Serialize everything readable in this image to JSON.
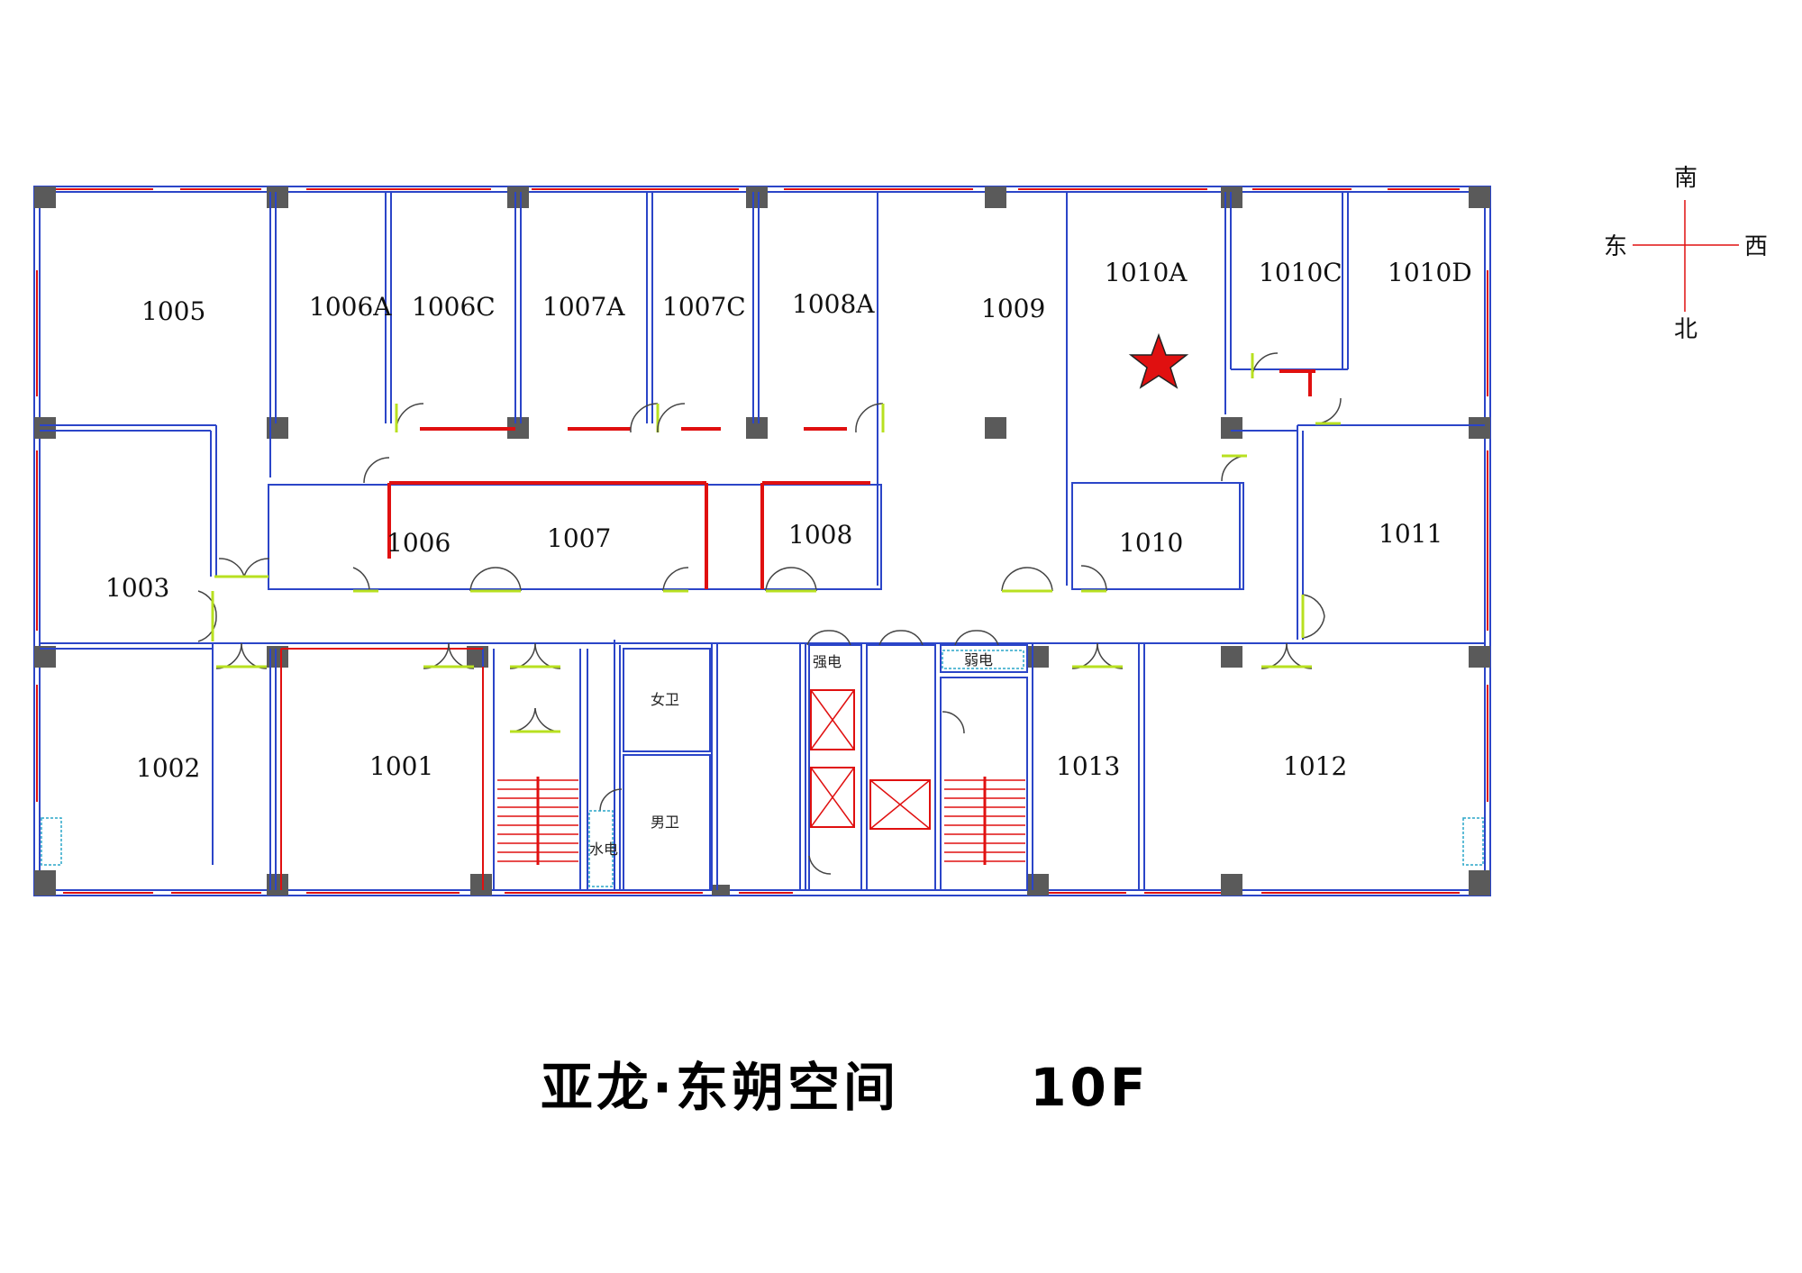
{
  "floorplan": {
    "title": "亚龙·东朔空间",
    "floor": "10F",
    "rooms": {
      "r1005": "1005",
      "r1006A": "1006A",
      "r1006C": "1006C",
      "r1007A": "1007A",
      "r1007C": "1007C",
      "r1008A": "1008A",
      "r1009": "1009",
      "r1010A": "1010A",
      "r1010C": "1010C",
      "r1010D": "1010D",
      "r1003": "1003",
      "r1006": "1006",
      "r1007": "1007",
      "r1008": "1008",
      "r1010": "1010",
      "r1011": "1011",
      "r1002": "1002",
      "r1001": "1001",
      "r1013": "1013",
      "r1012": "1012"
    },
    "facilities": {
      "female_wc": "女卫",
      "male_wc": "男卫",
      "water": "水电",
      "strong_power": "强电",
      "weak_power": "弱电"
    },
    "compass": {
      "north": "北",
      "south": "南",
      "east": "东",
      "west": "西"
    },
    "marker": {
      "room": "1010A",
      "color": "#e01010"
    },
    "colors": {
      "wall": "#2b45c8",
      "window": "#e01010",
      "column": "#5a5a5a",
      "door": "#b8e020"
    }
  }
}
